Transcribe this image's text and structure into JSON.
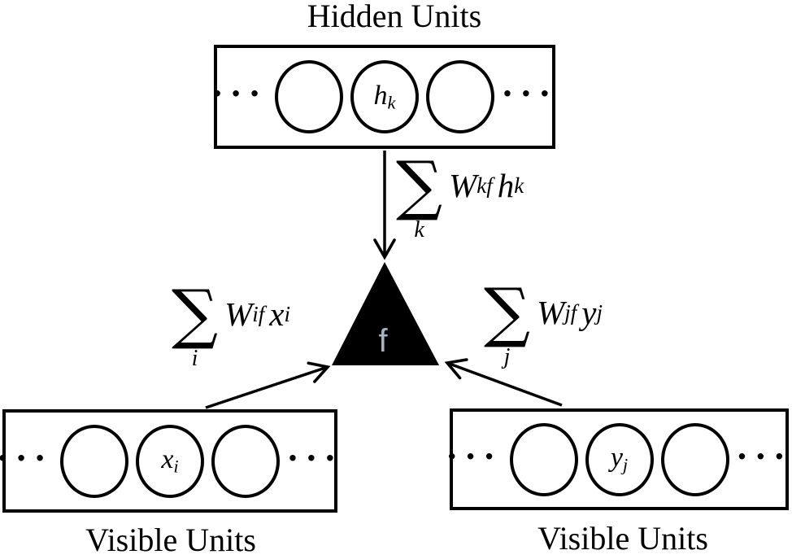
{
  "colors": {
    "ink": "#000000",
    "background": "#ffffff",
    "factor_fill": "#000000",
    "factor_label_color": "#a6b5c6"
  },
  "hidden_layer": {
    "title": "Hidden Units",
    "dots": "···",
    "node_label": {
      "base": "h",
      "sub": "k"
    }
  },
  "visible_left": {
    "title": "Visible Units",
    "dots": "···",
    "node_label": {
      "base": "x",
      "sub": "i"
    }
  },
  "visible_right": {
    "title": "Visible Units",
    "dots": "···",
    "node_label": {
      "base": "y",
      "sub": "j"
    }
  },
  "factor": {
    "label": "f",
    "fill": "#000000",
    "color": "#a6b5c6"
  },
  "formulas": {
    "top": {
      "sum": "∑",
      "index": "k",
      "weight_base": "W",
      "weight_sub": "kf",
      "var_base": "h",
      "var_sub": "k"
    },
    "left": {
      "sum": "∑",
      "index": "i",
      "weight_base": "W",
      "weight_sub": "if",
      "var_base": "x",
      "var_sub": "i"
    },
    "right": {
      "sum": "∑",
      "index": "j",
      "weight_base": "W",
      "weight_sub": "jf",
      "var_base": "y",
      "var_sub": "j"
    }
  }
}
